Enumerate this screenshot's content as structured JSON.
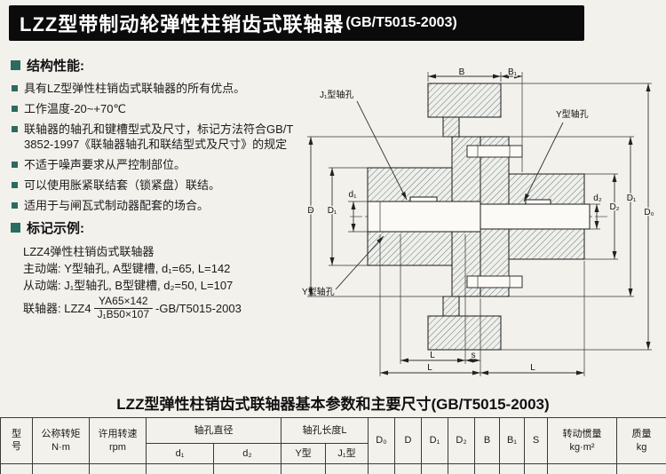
{
  "title": {
    "main": "LZZ型带制动轮弹性柱销齿式联轴器",
    "std": "(GB/T5015-2003)"
  },
  "structure": {
    "header": "结构性能:",
    "items": [
      "具有LZ型弹性柱销齿式联轴器的所有优点。",
      "工作温度-20~+70℃",
      "联轴器的轴孔和键槽型式及尺寸，标记方法符合GB/T 3852-1997《联轴器轴孔和联结型式及尺寸》的规定",
      "不适于噪声要求从严控制部位。",
      "可以使用胀紧联结套（锁紧盘）联结。",
      "适用于与闸瓦式制动器配套的场合。"
    ]
  },
  "marking": {
    "header": "标记示例:",
    "line1": "LZZ4弹性柱销齿式联轴器",
    "line2": "主动端: Y型轴孔, A型键槽, d₁=65, L=142",
    "line3": "从动端: J₁型轴孔, B型键槽, d₂=50, L=107",
    "line4_prefix": "联轴器: LZZ4",
    "fraction_num": "YA65×142",
    "fraction_den": "J₁B50×107",
    "line4_suffix": "-GB/T5015-2003"
  },
  "drawing": {
    "dim_b": "B",
    "dim_b1": "B₁",
    "callout_j1": "J₁型轴孔",
    "callout_y_right": "Y型轴孔",
    "callout_y_left": "Y型轴孔",
    "dim_d_left": "D",
    "dim_d1_left": "D₁",
    "dim_d1_bore": "d₁",
    "dim_d2_bore": "d₂",
    "dim_d2_right": "D₂",
    "dim_d1_right": "D₁",
    "dim_d0": "D₀",
    "dim_l_top": "L",
    "dim_s": "s",
    "dim_l_bottom_left": "L",
    "dim_l_bottom_right": "L"
  },
  "table_title": "LZZ型弹性柱销齿式联轴器基本参数和主要尺寸(GB/T5015-2003)",
  "table": {
    "model": "型号",
    "torque1": "公称转矩",
    "torque2": "N·m",
    "speed1": "许用转速",
    "speed2": "rpm",
    "bore_dia_group": "轴孔直径",
    "d1": "d₁",
    "d2": "d₂",
    "bore_len_group": "轴孔长度L",
    "y_type": "Y型",
    "j1_type": "J₁型",
    "D0": "D₀",
    "D": "D",
    "D1": "D₁",
    "D2": "D₂",
    "B": "B",
    "B1": "B₁",
    "S": "S",
    "inertia1": "转动惯量",
    "inertia2": "kg·m²",
    "mass1": "质量",
    "mass2": "kg"
  },
  "colors": {
    "accent_square": "#2c6b5f",
    "title_bar_bg": "#0b0b0b",
    "paper": "#f3f1ec"
  }
}
